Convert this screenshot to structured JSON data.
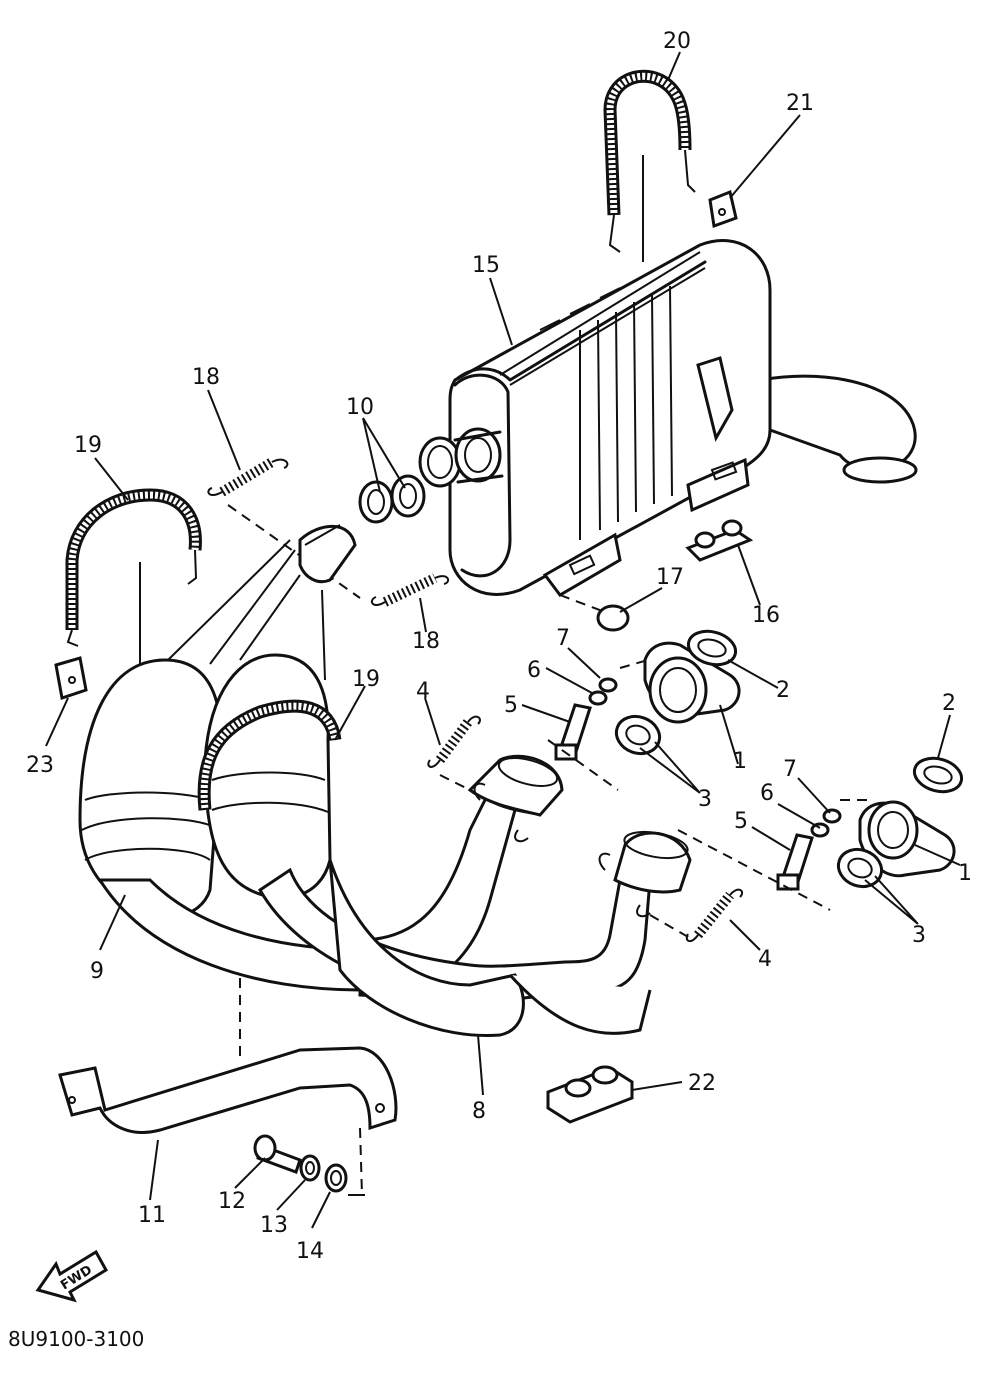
{
  "diagram": {
    "code": "8U9100-3100",
    "fwd_label": "FWD",
    "labels": [
      {
        "id": "l20",
        "text": "20"
      },
      {
        "id": "l21",
        "text": "21"
      },
      {
        "id": "l15",
        "text": "15"
      },
      {
        "id": "l18a",
        "text": "18"
      },
      {
        "id": "l10",
        "text": "10"
      },
      {
        "id": "l19a",
        "text": "19"
      },
      {
        "id": "l17",
        "text": "17"
      },
      {
        "id": "l16",
        "text": "16"
      },
      {
        "id": "l18b",
        "text": "18"
      },
      {
        "id": "l7a",
        "text": "7"
      },
      {
        "id": "l2a",
        "text": "2"
      },
      {
        "id": "l6a",
        "text": "6"
      },
      {
        "id": "l19b",
        "text": "19"
      },
      {
        "id": "l5a",
        "text": "5"
      },
      {
        "id": "l4a",
        "text": "4"
      },
      {
        "id": "l1a",
        "text": "1"
      },
      {
        "id": "l23",
        "text": "23"
      },
      {
        "id": "l3a",
        "text": "3"
      },
      {
        "id": "l2b",
        "text": "2"
      },
      {
        "id": "l7b",
        "text": "7"
      },
      {
        "id": "l6b",
        "text": "6"
      },
      {
        "id": "l5b",
        "text": "5"
      },
      {
        "id": "l1b",
        "text": "1"
      },
      {
        "id": "l3b",
        "text": "3"
      },
      {
        "id": "l9",
        "text": "9"
      },
      {
        "id": "l4b",
        "text": "4"
      },
      {
        "id": "l22",
        "text": "22"
      },
      {
        "id": "l8",
        "text": "8"
      },
      {
        "id": "l12",
        "text": "12"
      },
      {
        "id": "l11",
        "text": "11"
      },
      {
        "id": "l13",
        "text": "13"
      },
      {
        "id": "l14",
        "text": "14"
      }
    ]
  }
}
